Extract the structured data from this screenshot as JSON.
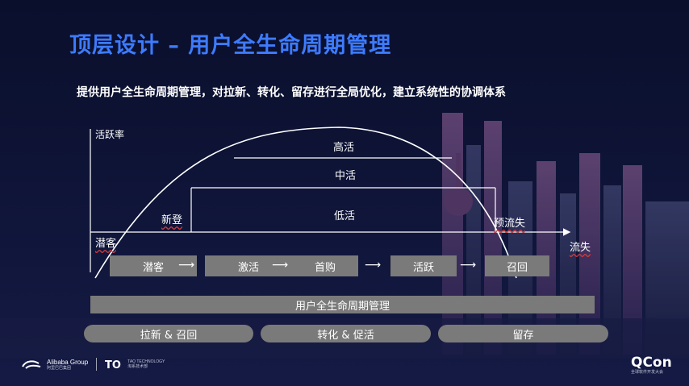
{
  "slide": {
    "title": "顶层设计 – 用户全生命周期管理",
    "subtitle": "提供用户全生命周期管理，对拉新、转化、留存进行全局优化，建立系统性的协调体系"
  },
  "diagram": {
    "y_axis_label": "活跃率",
    "zones": {
      "high": "高活",
      "mid": "中活",
      "low": "低活"
    },
    "labels": {
      "new": "新登",
      "potential": "潜客",
      "pre_churn": "预流失",
      "churn": "流失"
    },
    "stages": [
      "潜客",
      "激活",
      "首购",
      "活跃",
      "召回"
    ],
    "lifecycle_bar": "用户全生命周期管理",
    "pills": [
      "拉新 & 召回",
      "转化 & 促活",
      "留存"
    ]
  },
  "footer": {
    "alibaba_name": "Alibaba Group",
    "alibaba_cn": "阿里巴巴集团",
    "tao_tech": "TAO TECHNOLOGY",
    "tao_tech_cn": "淘系技术部",
    "qcon": "QCon",
    "qcon_sub": "全球软件开发大会"
  },
  "colors": {
    "background": "#0d1233",
    "title": "#3d7bff",
    "box_gray": "#7a7a7a"
  }
}
